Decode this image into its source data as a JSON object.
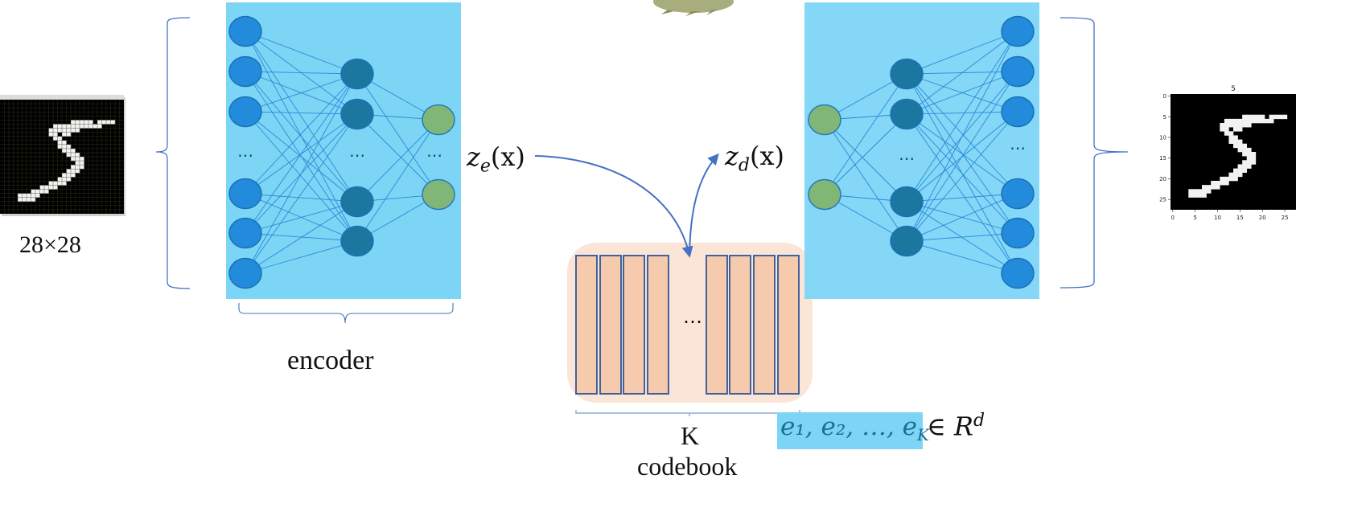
{
  "colors": {
    "panel": "#7dd5f5",
    "input_node": "#228bdb",
    "hidden_node": "#1c77a0",
    "latent_node": "#80b777",
    "edge": "#2a8ad8",
    "brace": "#4472c4",
    "arrow": "#4472c4",
    "codebook_bg": "#fbe5d7",
    "code_vector": "#f6cbad",
    "code_vector_border": "#2f5597",
    "e_highlight": "#7dd5f5",
    "e_text": "#1a6f94"
  },
  "input_image": {
    "label": "28×28",
    "digit": "5"
  },
  "encoder": {
    "label": "encoder",
    "layers": [
      {
        "role": "input",
        "visible_nodes": 6,
        "ellipsis": "⋯"
      },
      {
        "role": "hidden",
        "visible_nodes": 4,
        "ellipsis": "⋯"
      },
      {
        "role": "latent",
        "visible_nodes": 2,
        "ellipsis": "⋯"
      }
    ]
  },
  "decoder": {
    "layers": [
      {
        "role": "latent",
        "visible_nodes": 2
      },
      {
        "role": "hidden",
        "visible_nodes": 4,
        "ellipsis": "⋯"
      },
      {
        "role": "output",
        "visible_nodes": 6,
        "ellipsis": "⋯"
      }
    ]
  },
  "ze_label": {
    "base": "z",
    "sub": "e",
    "arg": "(x)"
  },
  "zd_label": {
    "base": "z",
    "sub": "d",
    "arg": "(x)"
  },
  "codebook": {
    "left_vectors": 4,
    "right_vectors": 4,
    "ellipsis": "⋯",
    "k_label": "K",
    "label": "codebook",
    "embedding_set": "e₁, e₂, …, e",
    "embedding_set_sub": "K",
    "membership": "∈ R",
    "membership_sup": "d"
  },
  "output_plot": {
    "title": "5",
    "x_ticks": [
      "0",
      "5",
      "10",
      "15",
      "20",
      "25"
    ],
    "y_ticks": [
      "0",
      "5",
      "10",
      "15",
      "20",
      "25"
    ]
  }
}
